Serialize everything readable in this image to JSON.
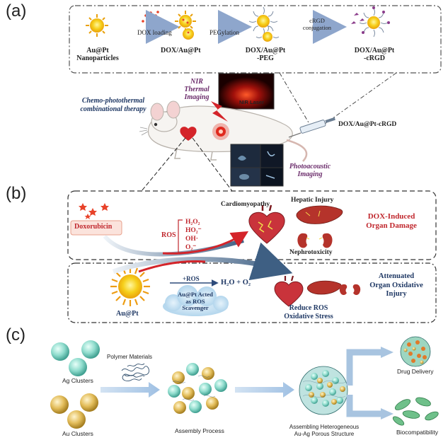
{
  "panel_a": {
    "label": "(a)",
    "step1": "DOX loading",
    "step2": "PEGylation",
    "step3_line1": "cRGD",
    "step3_line2": "conjugation",
    "np1_line1": "Au@Pt",
    "np1_line2": "Nanoparticles",
    "np2": "DOX/Au@Pt",
    "np3_line1": "DOX/Au@Pt",
    "np3_line2": "-PEG",
    "np4_line1": "DOX/Au@Pt",
    "np4_line2": "-cRGD",
    "therapy_line1": "Chemo-photothermal",
    "therapy_line2": "combinational therapy",
    "nir_line1": "NIR",
    "nir_line2": "Thermal",
    "nir_line3": "Imaging",
    "laser": "NIR Laser",
    "injection": "DOX/Au@Pt-cRGD",
    "photo_line1": "Photoacoustic",
    "photo_line2": "Imaging"
  },
  "panel_b": {
    "label": "(b)",
    "drug": "Doxorubicin",
    "ros": "ROS",
    "ros_species": [
      "H₂O₂",
      "HO₂⁻",
      "OH·",
      "O₂⁻"
    ],
    "cardio": "Cardiomyopathy",
    "hepatic": "Hepatic Injury",
    "nephro": "Nephrotoxicity",
    "damage_line1": "DOX-Induced",
    "damage_line2": "Organ Damage",
    "plus_ros": "+ROS",
    "reaction": "H₂O + O₂",
    "scavenger_line1": "Au@Pt Acted",
    "scavenger_line2": "as ROS",
    "scavenger_line3": "Scavenger",
    "aupt": "Au@Pt",
    "reduce_line1": "Reduce ROS",
    "reduce_line2": "Oxidative Stress",
    "attenuated_line1": "Attenuated",
    "attenuated_line2": "Organ Oxidative",
    "attenuated_line3": "Injury"
  },
  "panel_c": {
    "label": "(c)",
    "ag": "Ag Clusters",
    "au": "Au Clusters",
    "polymer": "Polymer Materials",
    "assembly": "Assembly Process",
    "structure_line1": "Assembling Heterogeneous",
    "structure_line2": "Au-Ag Porous Structure",
    "delivery": "Drug Delivery",
    "biocompat": "Biocompatibility"
  },
  "colors": {
    "sun_yellow": "#f2c80f",
    "sun_orange": "#f08a0a",
    "dox_red": "#e8432a",
    "title_red": "#c0272d",
    "navy": "#1f3864",
    "purple": "#6b2c6b",
    "teal": "#2a8a8a",
    "arrow_blue": "#a8c4e0",
    "ag_cyan": "#7fd6c8",
    "au_gold": "#d9b24a"
  }
}
